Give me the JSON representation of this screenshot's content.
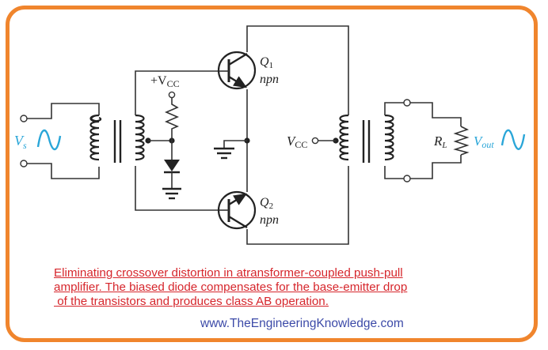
{
  "diagram": {
    "title": "Transformer-coupled push-pull amplifier with diode bias (class AB)",
    "labels": {
      "input_source": "V",
      "input_source_sub": "s",
      "supply_top": "+V",
      "supply_top_sub": "CC",
      "transistor_top": "Q",
      "transistor_top_sub": "1",
      "transistor_top_type": "npn",
      "transistor_bottom": "Q",
      "transistor_bottom_sub": "2",
      "transistor_bottom_type": "npn",
      "supply_center": "V",
      "supply_center_sub": "CC",
      "load": "R",
      "load_sub": "L",
      "output": "V",
      "output_sub": "out"
    },
    "components": [
      {
        "id": "input-terminals",
        "type": "terminal-pair"
      },
      {
        "id": "input-transformer",
        "type": "transformer",
        "secondary": "center-tapped"
      },
      {
        "id": "bias-resistor",
        "type": "resistor"
      },
      {
        "id": "bias-diode",
        "type": "diode"
      },
      {
        "id": "Q1",
        "type": "npn-transistor"
      },
      {
        "id": "Q2",
        "type": "npn-transistor"
      },
      {
        "id": "output-transformer",
        "type": "transformer",
        "primary": "center-tapped"
      },
      {
        "id": "RL",
        "type": "resistor"
      },
      {
        "id": "grounds",
        "count": 2
      }
    ],
    "colors": {
      "frame": "#f0852d",
      "wire": "#333333",
      "signal": "#2aa6d8",
      "caption": "#d6262c",
      "website": "#3c4aa8"
    }
  },
  "caption": {
    "lines": [
      "Eliminating crossover distortion in atransformer-coupled push-pull",
      "amplifier. The biased diode compensates for the base-emitter drop",
      " of the transistors and produces class AB operation."
    ]
  },
  "website": "www.TheEngineeringKnowledge.com"
}
